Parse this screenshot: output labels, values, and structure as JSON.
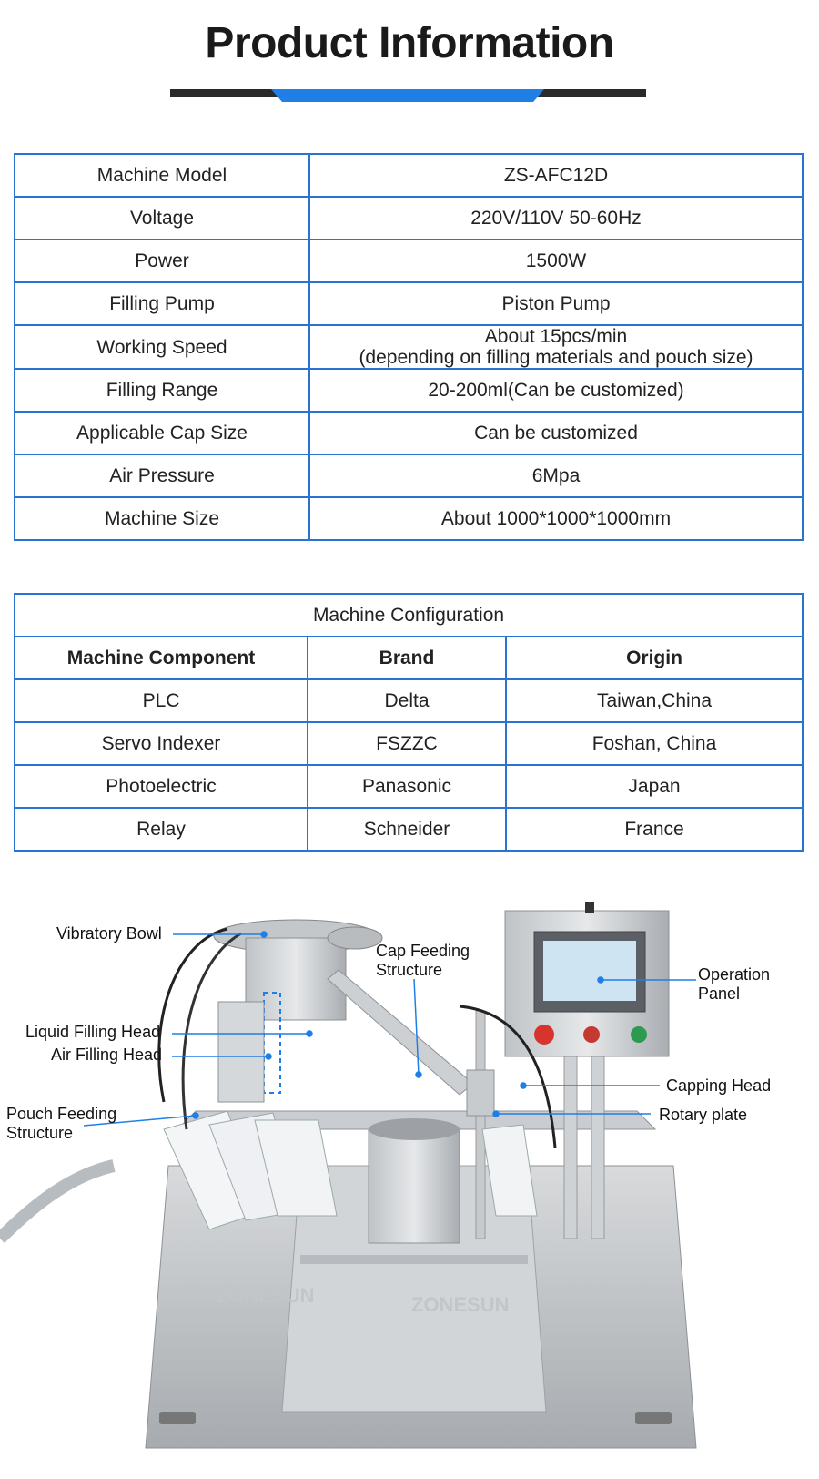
{
  "header": {
    "title": "Product Information"
  },
  "info_table": [
    {
      "label": "Machine Model",
      "value": "ZS-AFC12D"
    },
    {
      "label": "Voltage",
      "value": "220V/110V 50-60Hz"
    },
    {
      "label": "Power",
      "value": "1500W"
    },
    {
      "label": "Filling Pump",
      "value": "Piston Pump"
    },
    {
      "label": "Working Speed",
      "value": "About 15pcs/min",
      "value2": "(depending on filling materials and pouch size)"
    },
    {
      "label": "Filling Range",
      "value": "20-200ml(Can be customized)"
    },
    {
      "label": "Applicable Cap Size",
      "value": "Can be customized"
    },
    {
      "label": "Air Pressure",
      "value": "6Mpa"
    },
    {
      "label": "Machine Size",
      "value": "About 1000*1000*1000mm"
    }
  ],
  "config": {
    "title": "Machine Configuration",
    "headers": [
      "Machine Component",
      "Brand",
      "Origin"
    ],
    "rows": [
      [
        "PLC",
        "Delta",
        "Taiwan,China"
      ],
      [
        "Servo Indexer",
        "FSZZC",
        "Foshan, China"
      ],
      [
        "Photoelectric",
        "Panasonic",
        "Japan"
      ],
      [
        "Relay",
        "Schneider",
        "France"
      ]
    ]
  },
  "diagram": {
    "labels": {
      "vibratory_bowl": "Vibratory Bowl",
      "cap_feeding_1": "Cap Feeding",
      "cap_feeding_2": "Structure",
      "operation_panel_1": "Operation",
      "operation_panel_2": "Panel",
      "liquid_filling_head": "Liquid Filling Head",
      "air_filling_head": "Air Filling Head",
      "capping_head": "Capping Head",
      "pouch_feeding_1": "Pouch Feeding",
      "pouch_feeding_2": "Structure",
      "rotary_plate": "Rotary plate"
    },
    "watermark": "ZONESUN",
    "accent_color": "#1f7fe6"
  }
}
